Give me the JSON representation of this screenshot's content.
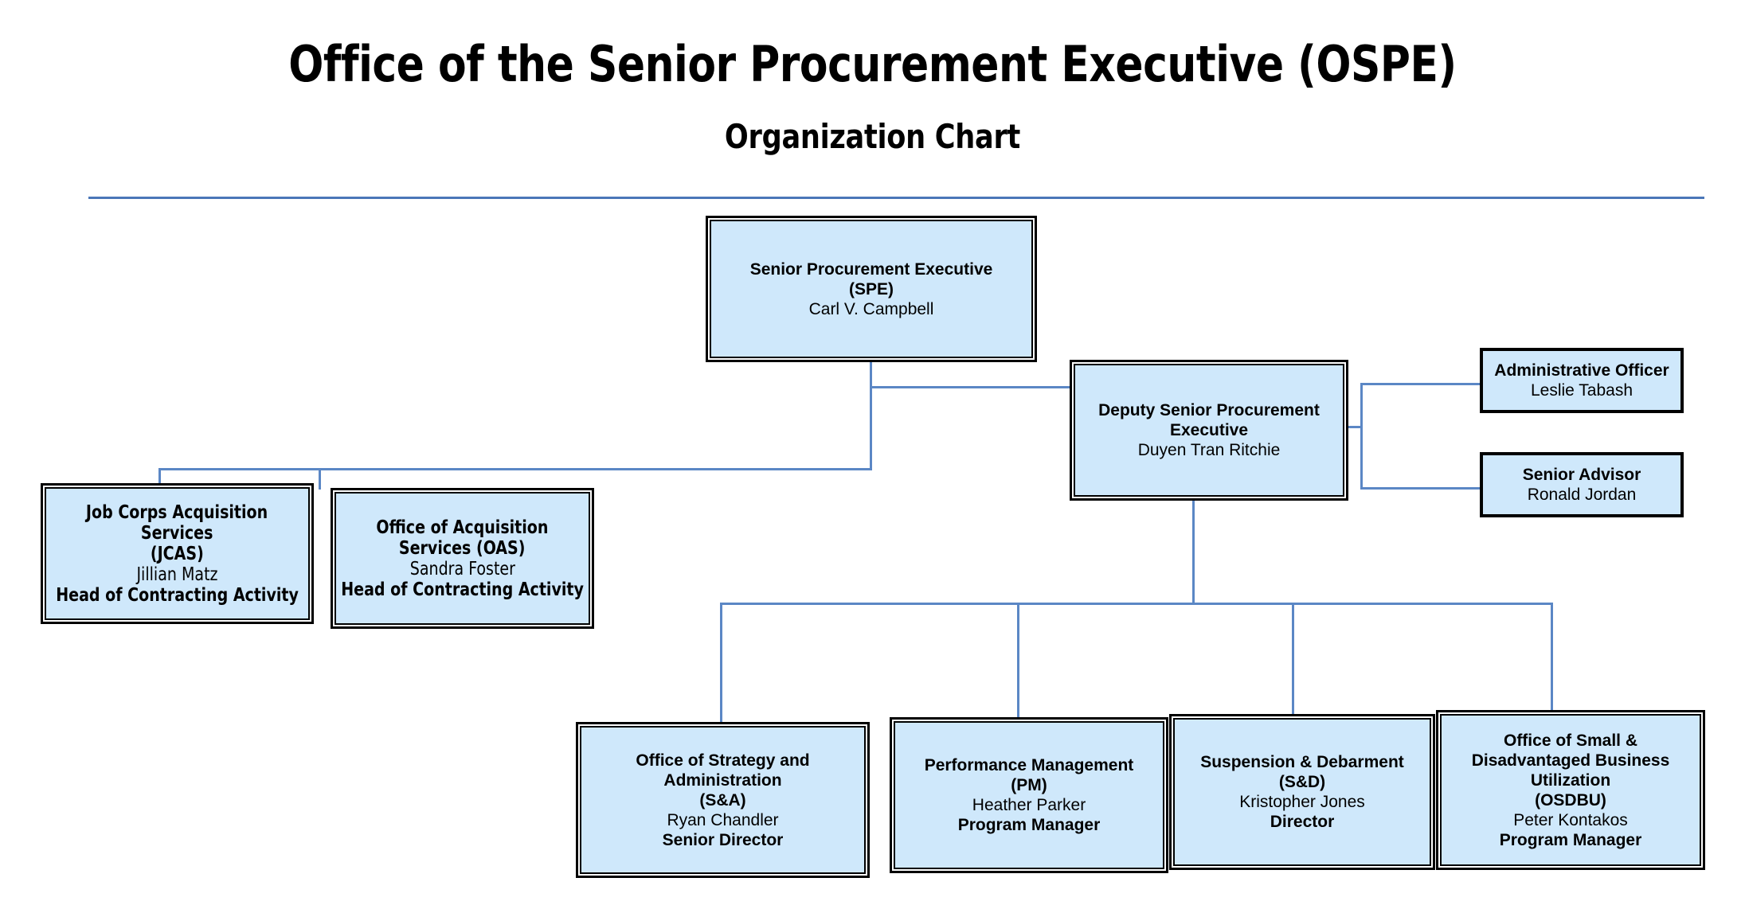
{
  "header": {
    "title": "Office of the Senior Procurement Executive (OSPE)",
    "subtitle": "Organization Chart",
    "rule_color": "#4a76b8"
  },
  "theme": {
    "box_fill": "#cfe8fb",
    "box_border": "#000000",
    "connector_color": "#5b87c5",
    "text_color": "#000000",
    "background": "#ffffff"
  },
  "chart_data": {
    "type": "diagram",
    "title": "Office of the Senior Procurement Executive (OSPE) Organization Chart",
    "nodes": [
      {
        "id": "spe",
        "lines": [
          {
            "text": "Senior Procurement Executive",
            "bold": true
          },
          {
            "text": "(SPE)",
            "bold": true
          },
          {
            "text": "Carl V. Campbell",
            "bold": false
          }
        ]
      },
      {
        "id": "dspe",
        "lines": [
          {
            "text": "Deputy Senior Procurement",
            "bold": true
          },
          {
            "text": "Executive",
            "bold": true
          },
          {
            "text": "Duyen Tran Ritchie",
            "bold": false
          }
        ]
      },
      {
        "id": "admin-officer",
        "lines": [
          {
            "text": "Administrative Officer",
            "bold": true
          },
          {
            "text": "Leslie Tabash",
            "bold": false
          }
        ]
      },
      {
        "id": "senior-advisor",
        "lines": [
          {
            "text": "Senior Advisor",
            "bold": true
          },
          {
            "text": "Ronald Jordan",
            "bold": false
          }
        ]
      },
      {
        "id": "jcas",
        "lines": [
          {
            "text": "Job Corps Acquisition",
            "bold": true
          },
          {
            "text": "Services",
            "bold": true
          },
          {
            "text": "(JCAS)",
            "bold": true
          },
          {
            "text": "Jillian Matz",
            "bold": false
          },
          {
            "text": "Head of Contracting Activity",
            "bold": true
          }
        ]
      },
      {
        "id": "oas",
        "lines": [
          {
            "text": "Office of Acquisition",
            "bold": true
          },
          {
            "text": "Services (OAS)",
            "bold": true
          },
          {
            "text": "Sandra Foster",
            "bold": false
          },
          {
            "text": "Head of Contracting Activity",
            "bold": true
          }
        ]
      },
      {
        "id": "sa",
        "lines": [
          {
            "text": "Office of Strategy and",
            "bold": true
          },
          {
            "text": "Administration",
            "bold": true
          },
          {
            "text": "(S&A)",
            "bold": true
          },
          {
            "text": "Ryan Chandler",
            "bold": false
          },
          {
            "text": "Senior Director",
            "bold": true
          }
        ]
      },
      {
        "id": "pm",
        "lines": [
          {
            "text": "Performance Management",
            "bold": true
          },
          {
            "text": "(PM)",
            "bold": true
          },
          {
            "text": "Heather Parker",
            "bold": false
          },
          {
            "text": "Program Manager",
            "bold": true
          }
        ]
      },
      {
        "id": "sd",
        "lines": [
          {
            "text": "Suspension & Debarment",
            "bold": true
          },
          {
            "text": "(S&D)",
            "bold": true
          },
          {
            "text": "Kristopher Jones",
            "bold": false
          },
          {
            "text": "Director",
            "bold": true
          }
        ]
      },
      {
        "id": "osdbu",
        "lines": [
          {
            "text": "Office of Small &",
            "bold": true
          },
          {
            "text": "Disadvantaged Business",
            "bold": true
          },
          {
            "text": "Utilization",
            "bold": true
          },
          {
            "text": "(OSDBU)",
            "bold": true
          },
          {
            "text": "Peter Kontakos",
            "bold": false
          },
          {
            "text": "Program Manager",
            "bold": true
          }
        ]
      }
    ],
    "edges": [
      {
        "from": "spe",
        "to": "dspe"
      },
      {
        "from": "spe",
        "to": "jcas"
      },
      {
        "from": "spe",
        "to": "oas"
      },
      {
        "from": "dspe",
        "to": "admin-officer"
      },
      {
        "from": "dspe",
        "to": "senior-advisor"
      },
      {
        "from": "dspe",
        "to": "sa"
      },
      {
        "from": "dspe",
        "to": "pm"
      },
      {
        "from": "dspe",
        "to": "sd"
      },
      {
        "from": "dspe",
        "to": "osdbu"
      }
    ]
  }
}
